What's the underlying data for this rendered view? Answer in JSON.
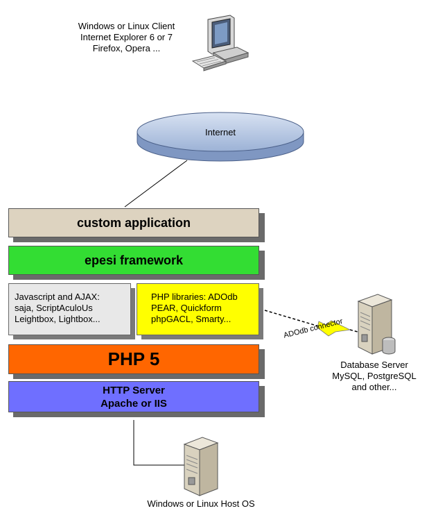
{
  "client": {
    "lines": [
      "Windows or Linux Client",
      "Internet Explorer 6 or 7",
      "Firefox, Opera ..."
    ],
    "icon": "desktop-computer-icon"
  },
  "internet": {
    "label": "Internet",
    "icon": "network-disk-icon"
  },
  "stack": {
    "custom_application": "custom application",
    "epesi_framework": "epesi framework",
    "js_libs": [
      "Javascript and AJAX:",
      "saja, ScriptAculoUs",
      "Leightbox, Lightbox..."
    ],
    "php_libs": [
      "PHP libraries: ADOdb",
      "PEAR, Quickform",
      "phpGACL, Smarty..."
    ],
    "php": "PHP 5",
    "http_server": [
      "HTTP Server",
      "Apache or IIS"
    ]
  },
  "connector": {
    "label": "ADOdb connector"
  },
  "database_server": {
    "lines": [
      "Database Server",
      "MySQL, PostgreSQL",
      "and other..."
    ],
    "icon": "database-server-icon"
  },
  "host": {
    "label": "Windows or Linux Host OS",
    "icon": "server-tower-icon"
  },
  "colors": {
    "custom_application": "#ddd3c0",
    "epesi_framework": "#33dd33",
    "js_libs": "#e8e8e8",
    "php_libs": "#ffff00",
    "php": "#ff6600",
    "http_server": "#6f6fff",
    "internet": "#b9c9e3"
  }
}
